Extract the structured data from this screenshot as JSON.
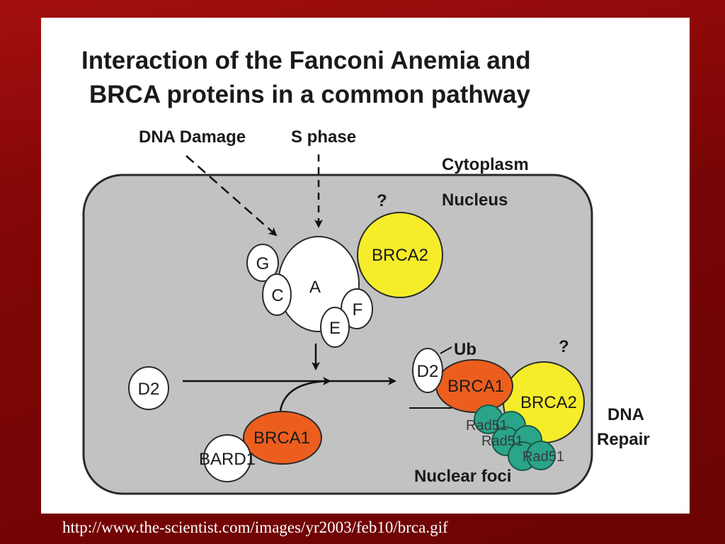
{
  "slide": {
    "source_url": "http://www.the-scientist.com/images/yr2003/feb10/brca.gif"
  },
  "diagram": {
    "title_line1": "Interaction of the Fanconi Anemia and",
    "title_line2": "BRCA proteins in a common pathway",
    "inputs": {
      "dna_damage": "DNA Damage",
      "s_phase": "S phase"
    },
    "compartments": {
      "cytoplasm": "Cytoplasm",
      "nucleus": "Nucleus",
      "nuclear_foci": "Nuclear foci"
    },
    "fa_complex": {
      "g": "G",
      "c": "C",
      "a": "A",
      "e": "E",
      "f": "F"
    },
    "brca2_top": {
      "label": "BRCA2",
      "question": "?"
    },
    "d2_left": "D2",
    "brca1_bard1": {
      "brca1": "BRCA1",
      "bard1": "BARD1"
    },
    "foci_complex": {
      "d2": "D2",
      "ub": "Ub",
      "brca1": "BRCA1",
      "brca2": "BRCA2",
      "question": "?",
      "rad51_1": "Rad51",
      "rad51_2": "Rad51",
      "rad51_3": "Rad51"
    },
    "outcome": {
      "line1": "DNA",
      "line2": "Repair"
    },
    "colors": {
      "cell": "#c2c2c2",
      "brca2": "#f5ec2a",
      "brca1": "#ec5e1e",
      "rad51": "#2aa58a"
    }
  }
}
